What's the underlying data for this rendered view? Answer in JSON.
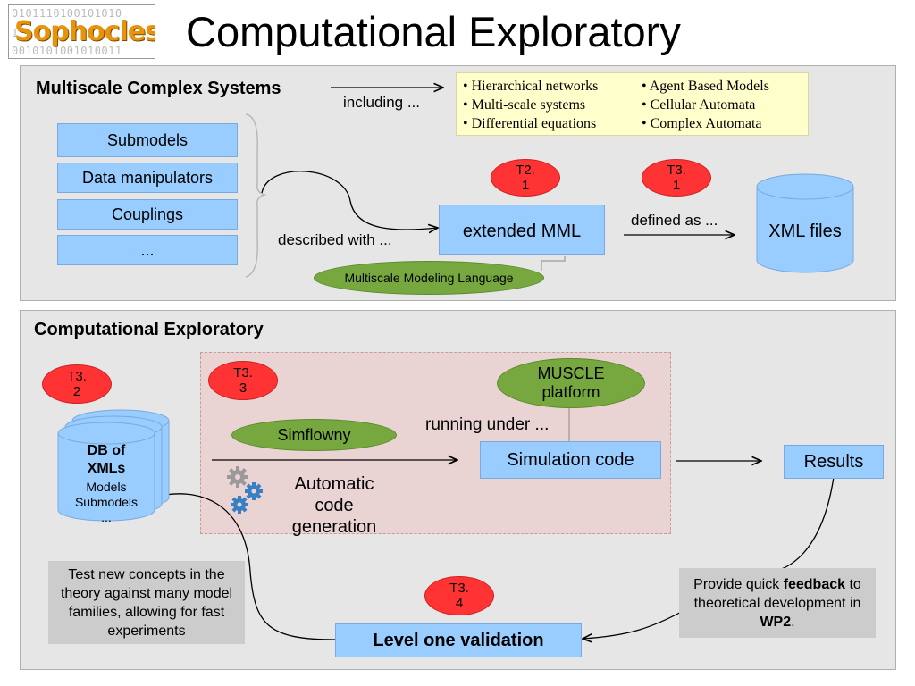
{
  "header": {
    "logo_text": "Sophocles",
    "logo_bits": [
      "0101110100101010",
      "1",
      "0010101001010011"
    ],
    "title": "Computational Exploratory"
  },
  "top_panel": {
    "heading": "Multiscale Complex Systems",
    "including_label": "including ...",
    "list_left": [
      "Hierarchical networks",
      "Multi-scale systems",
      "Differential equations"
    ],
    "list_right": [
      "Agent Based Models",
      "Cellular Automata",
      "Complex Automata"
    ],
    "bullet": "•",
    "components": [
      "Submodels",
      "Data manipulators",
      "Couplings",
      "..."
    ],
    "described_with": "described with ...",
    "mml_box": "extended MML",
    "mml_ellipse": "Multiscale Modeling Language",
    "defined_as": "defined as ...",
    "xml_files": "XML files",
    "task_t21": "T2.\n1",
    "task_t31": "T3.\n1"
  },
  "bottom_panel": {
    "heading": "Computational Exploratory",
    "task_t32": "T3.\n2",
    "task_t33": "T3.\n3",
    "task_t34": "T3.\n4",
    "db_title": "DB of\nXMLs",
    "db_items": "Models\nSubmodels\n...",
    "simflowny": "Simflowny",
    "muscle": "MUSCLE\nplatform",
    "running_under": "running under ...",
    "simulation_code": "Simulation code",
    "auto_code": "Automatic\ncode\ngeneration",
    "results": "Results",
    "test_concepts": "Test new concepts in the\ntheory against many model families, allowing for fast experiments",
    "feedback_pre": "Provide quick ",
    "feedback_bold": "feedback",
    "feedback_mid": " to theoretical development in ",
    "feedback_wp": "WP2",
    "feedback_end": ".",
    "validation": "Level one validation"
  },
  "colors": {
    "blue_box": "#99ccff",
    "red_badge": "#ff3333",
    "green_ellipse": "#77a83f",
    "panel_bg": "#e6e6e6",
    "yellow_box": "#ffffcc",
    "pink_region": "#ead3d3",
    "gear_gray": "#9a9a9a",
    "gear_blue": "#3a7fc4"
  }
}
